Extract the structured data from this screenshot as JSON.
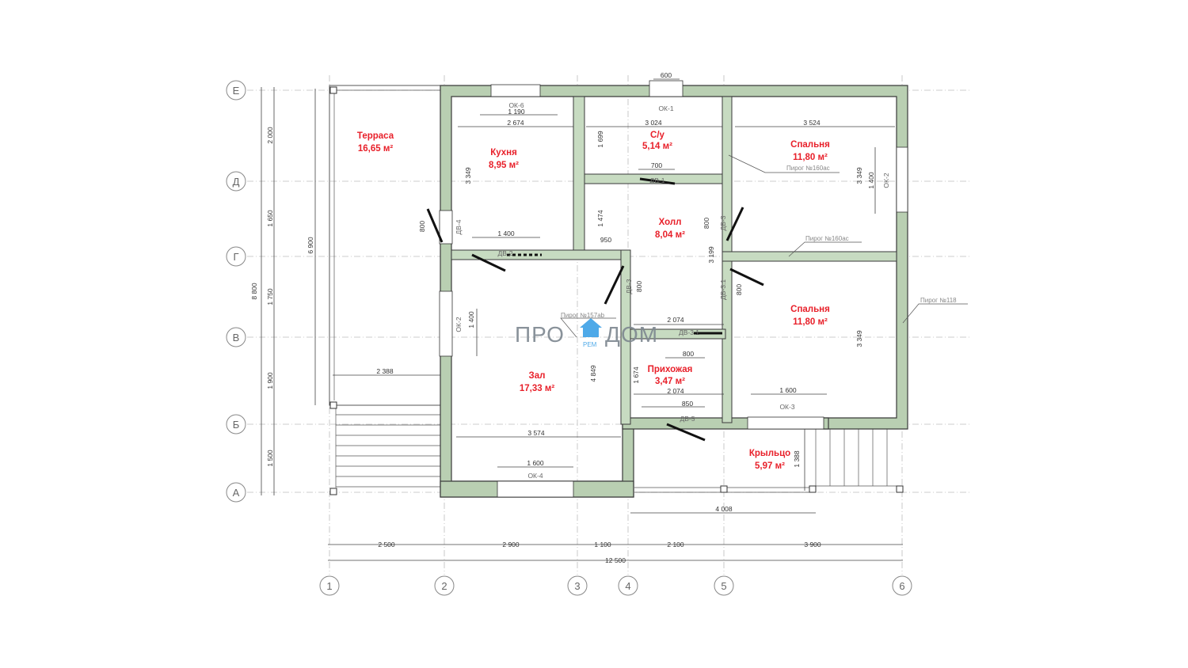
{
  "axes": {
    "rows": [
      "Е",
      "Д",
      "Г",
      "В",
      "Б",
      "А"
    ],
    "cols": [
      "1",
      "2",
      "3",
      "4",
      "5",
      "6"
    ]
  },
  "rooms": [
    {
      "name": "Терраса",
      "area": "16,65 м²"
    },
    {
      "name": "Кухня",
      "area": "8,95 м²"
    },
    {
      "name": "С/у",
      "area": "5,14 м²"
    },
    {
      "name": "Спальня",
      "area": "11,80 м²"
    },
    {
      "name": "Холл",
      "area": "8,04 м²"
    },
    {
      "name": "Спальня",
      "area": "11,80 м²"
    },
    {
      "name": "Зал",
      "area": "17,33 м²"
    },
    {
      "name": "Прихожая",
      "area": "3,47 м²"
    },
    {
      "name": "Крыльцо",
      "area": "5,97 м²"
    }
  ],
  "openings": [
    "ОК-6",
    "ОК-1",
    "ОК-2",
    "ДВ-1",
    "ДВ-4",
    "ДВ-2",
    "ДВ-3",
    "ДВ-3",
    "ДВ-3.1",
    "ДВ-3.1",
    "ОК-2",
    "ОК-3",
    "ДВ-5",
    "ОК-4"
  ],
  "pirog": [
    "Пирог №160ас",
    "Пирог №160ас",
    "Пирог №118",
    "Пирог №157аb"
  ],
  "dims": {
    "d600": "600",
    "d1190": "1 190",
    "d2674": "2 674",
    "d3024": "3 024",
    "d3524": "3 524",
    "d1699": "1 699",
    "d3349a": "3 349",
    "d3349b": "3 349",
    "d3349c": "3 349",
    "d700": "700",
    "d1400a": "1 400",
    "d1400b": "1 400",
    "d1400c": "1 400",
    "d1474": "1 474",
    "d800a": "800",
    "d800b": "800",
    "d800c": "800",
    "d800d": "800",
    "d800e": "800",
    "d950": "950",
    "d3199": "3 199",
    "d2074a": "2 074",
    "d2074b": "2 074",
    "d4849": "4 849",
    "d1674": "1 674",
    "d1600a": "1 600",
    "d1600b": "1 600",
    "d850": "850",
    "d3574": "3 574",
    "d2388": "2 388",
    "d1388": "1 388",
    "d4008": "4 008",
    "d6900": "6 900",
    "d8800": "8 800",
    "v2000": "2 000",
    "v1650": "1 650",
    "v1750": "1 750",
    "v1900": "1 900",
    "v1500": "1 500",
    "h2500": "2 500",
    "h2900": "2 900",
    "h1100": "1 100",
    "h2100": "2 100",
    "h3900": "3 900",
    "h12500": "12 500"
  },
  "logo": {
    "left": "ПРО",
    "right": "ДОМ",
    "sub": "РЕМ"
  },
  "colors": {
    "wall": "#b9cfb2",
    "label": "#e8202a",
    "logo": "#7d8790",
    "logo_accent": "#3ba0e6"
  }
}
